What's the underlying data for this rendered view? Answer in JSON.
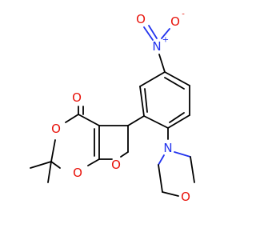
{
  "molecule": {
    "atoms": {
      "carbonyl_oxygen": "O",
      "ring_oxygen_upper": "O",
      "ring_oxygen_lower": "O",
      "oxetane_oxygen": "O",
      "nitro_nitrogen": "N",
      "nitro_charge_plus": "+",
      "nitro_oxygen_left": "O",
      "nitro_oxygen_right": "O",
      "nitro_charge_minus": "-",
      "morpholine_nitrogen": "N",
      "morpholine_oxygen": "O"
    },
    "colors": {
      "bond": "#000000",
      "oxygen": "#e8120a",
      "nitrogen": "#2233ee",
      "background": "#ffffff"
    }
  }
}
